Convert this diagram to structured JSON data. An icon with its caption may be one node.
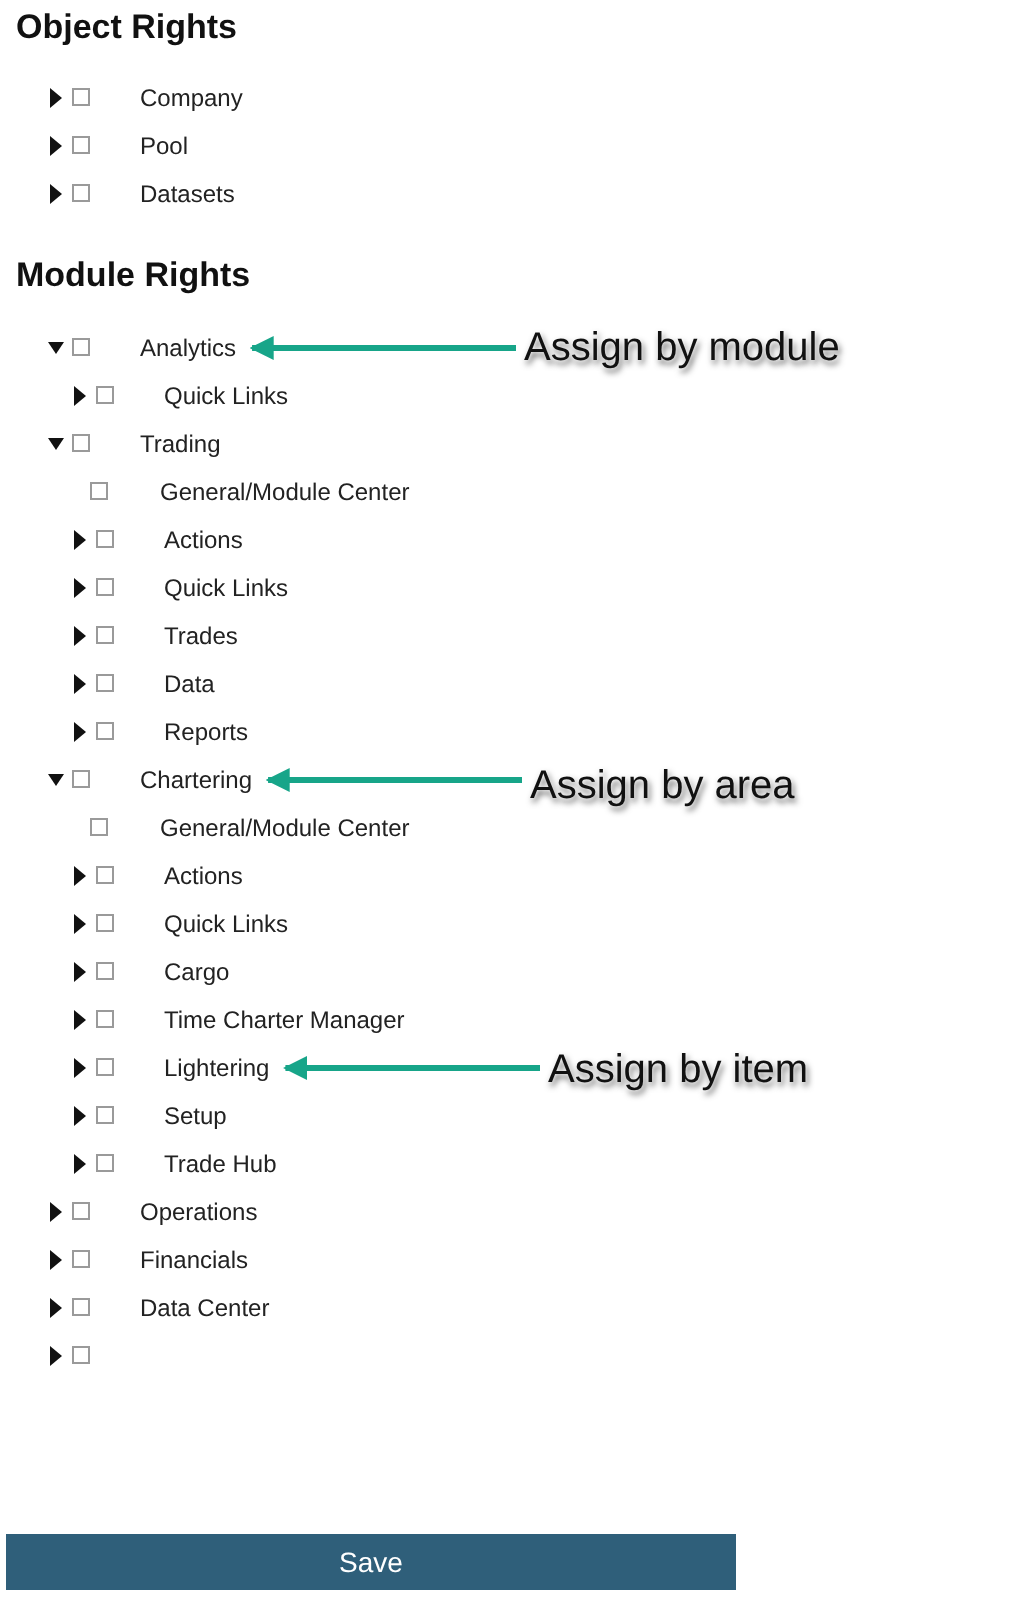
{
  "diagram": {
    "nodes": [
      {
        "text": [
          "Analytics"
        ]
      },
      {
        "text": [
          "Assign by module"
        ]
      },
      {
        "text": [
          "Chartering"
        ]
      },
      {
        "text": [
          "Assign by area"
        ]
      },
      {
        "text": [
          "Lightering"
        ]
      },
      {
        "text": [
          "Assign by item"
        ]
      }
    ],
    "edges": [
      {
        "from": 1,
        "to": 0,
        "arrow": "to"
      },
      {
        "from": 3,
        "to": 2,
        "arrow": "to"
      },
      {
        "from": 5,
        "to": 4,
        "arrow": "to"
      }
    ],
    "labels": [
      "Object Rights",
      "Company",
      "Pool",
      "Datasets",
      "Module Rights",
      "Quick Links",
      "Trading",
      "General/Module Center",
      "Actions",
      "Quick Links",
      "Trades",
      "Data",
      "Reports",
      "General/Module Center",
      "Actions",
      "Quick Links",
      "Cargo",
      "Time Charter Manager",
      "Setup",
      "Trade Hub",
      "Operations",
      "Financials",
      "Data Center",
      "Save"
    ]
  }
}
